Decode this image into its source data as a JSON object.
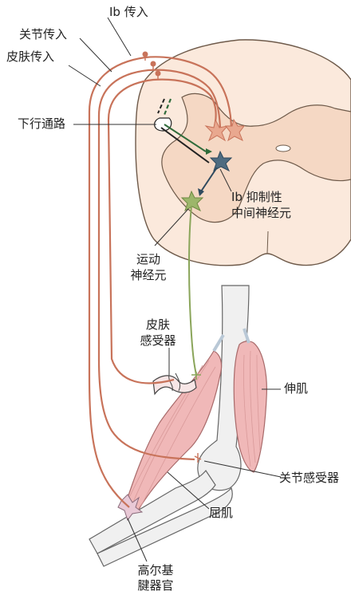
{
  "labels": {
    "ib_afferent": "Ib 传入",
    "joint_afferent": "关节传入",
    "skin_afferent": "皮肤传入",
    "descending": "下行通路",
    "ib_inhib_1": "Ib 抑制性",
    "ib_inhib_2": "中间神经元",
    "motor_1": "运动",
    "motor_2": "神经元",
    "skin_rec_1": "皮肤",
    "skin_rec_2": "感受器",
    "extensor": "伸肌",
    "joint_rec": "关节感受器",
    "flexor": "屈肌",
    "golgi_1": "高尔基",
    "golgi_2": "腱器官"
  },
  "colors": {
    "afferent": "#c8735a",
    "cord_fill": "#fbe9dc",
    "gray_matter": "#f5d8c4",
    "motor": "#8aa55a",
    "interneuron": "#4e6b80",
    "descending": "#2f6b3a",
    "muscle": "#f0b8b8",
    "bone": "#eeeeee"
  }
}
